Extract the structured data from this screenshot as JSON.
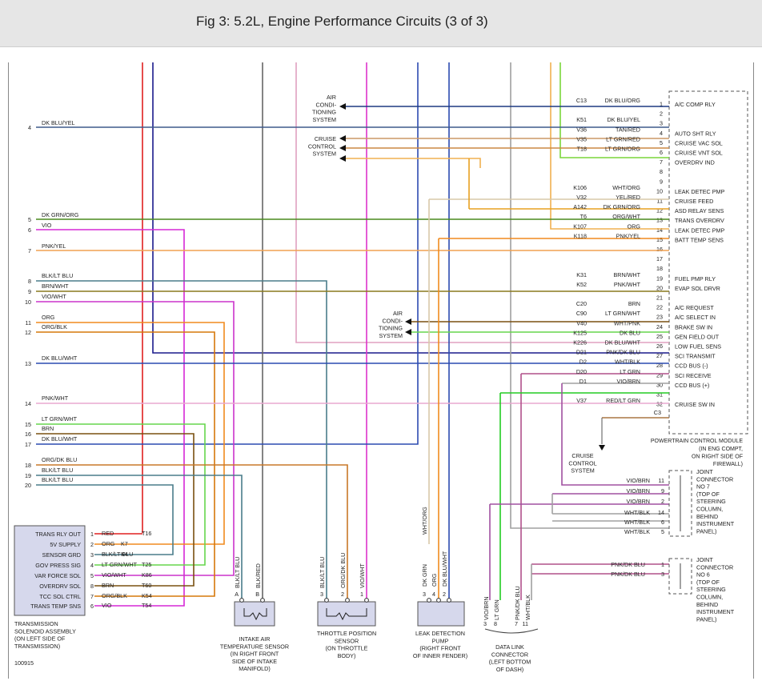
{
  "title": "Fig 3: 5.2L, Engine Performance Circuits (3 of 3)",
  "figure_id": "100915",
  "colors": {
    "DK BLU/YEL": "#3f5a8c",
    "DK GRN/ORG": "#4a8a1e",
    "VIO": "#d628d6",
    "PNK/YEL": "#f0a050",
    "BLK/LT BLU": "#4a7d8a",
    "BRN/WHT": "#8a7a1e",
    "VIO/WHT": "#cc33cc",
    "ORG": "#f08a1e",
    "ORG/BLK": "#d6780a",
    "DK BLU/WHT": "#2c4bb0",
    "PNK/WHT": "#e8a8d0",
    "LT GRN/WHT": "#66d64d",
    "BRN": "#7a5010",
    "ORG/DK BLU": "#c87828",
    "RED": "#e02020",
    "DK BLU": "#1a1a8c",
    "DK BLU/ORG": "#1e3a80",
    "TAN/RED": "#cc8844",
    "LT GRN/RED": "#cc9966",
    "LT GRN/ORG": "#7ad63a",
    "WHT/ORG": "#d8c8a8",
    "YEL/RED": "#e8a020",
    "ORG/WHT": "#f0b050",
    "WHT/PNK": "#e0a0c0",
    "PNK/DK BLU": "#b0508a",
    "WHT/BLK": "#a0a0a0",
    "LT GRN": "#22cc22",
    "VIO/BRN": "#a050a0",
    "RED/LT GRN": "#aa7744",
    "PINKLINE": "#f2b8c8",
    "MAGENTA": "#dd33cc"
  },
  "left_connector": {
    "pins": [
      {
        "num": "4",
        "wire": "DK BLU/YEL"
      },
      {
        "num": "5",
        "wire": "DK GRN/ORG"
      },
      {
        "num": "6",
        "wire": "VIO"
      },
      {
        "num": "7",
        "wire": "PNK/YEL"
      },
      {
        "num": "8",
        "wire": "BLK/LT BLU"
      },
      {
        "num": "9",
        "wire": "BRN/WHT"
      },
      {
        "num": "10",
        "wire": "VIO/WHT"
      },
      {
        "num": "11",
        "wire": "ORG"
      },
      {
        "num": "12",
        "wire": "ORG/BLK"
      },
      {
        "num": "13",
        "wire": "DK BLU/WHT"
      },
      {
        "num": "14",
        "wire": "PNK/WHT"
      },
      {
        "num": "15",
        "wire": "LT GRN/WHT"
      },
      {
        "num": "16",
        "wire": "BRN"
      },
      {
        "num": "17",
        "wire": "DK BLU/WHT"
      },
      {
        "num": "18",
        "wire": "ORG/DK BLU"
      },
      {
        "num": "19",
        "wire": "BLK/LT BLU"
      },
      {
        "num": "20",
        "wire": "BLK/LT BLU"
      }
    ]
  },
  "pcm": {
    "label": "POWERTRAIN CONTROL MODULE",
    "location": [
      "(IN ENG COMPT,",
      "ON RIGHT SIDE OF",
      "FIREWALL)"
    ],
    "pins": [
      {
        "num": "1",
        "circuit": "C13",
        "wire": "DK BLU/ORG",
        "func": "A/C COMP RLY"
      },
      {
        "num": "2",
        "circuit": "",
        "wire": "",
        "func": ""
      },
      {
        "num": "3",
        "circuit": "K51",
        "wire": "DK BLU/YEL",
        "func": ""
      },
      {
        "num": "4",
        "circuit": "V36",
        "wire": "TAN/RED",
        "func": "AUTO SHT RLY"
      },
      {
        "num": "5",
        "circuit": "V35",
        "wire": "LT GRN/RED",
        "func": "CRUISE VAC SOL"
      },
      {
        "num": "6",
        "circuit": "T18",
        "wire": "LT GRN/ORG",
        "func": "CRUISE VNT SOL"
      },
      {
        "num": "7",
        "circuit": "",
        "wire": "",
        "func": "OVERDRV IND"
      },
      {
        "num": "8",
        "circuit": "",
        "wire": "",
        "func": ""
      },
      {
        "num": "9",
        "circuit": "",
        "wire": "",
        "func": ""
      },
      {
        "num": "10",
        "circuit": "K106",
        "wire": "WHT/ORG",
        "func": "LEAK DETEC PMP"
      },
      {
        "num": "11",
        "circuit": "V32",
        "wire": "YEL/RED",
        "func": "CRUISE FEED"
      },
      {
        "num": "12",
        "circuit": "A142",
        "wire": "DK GRN/ORG",
        "func": "ASD RELAY SENS"
      },
      {
        "num": "13",
        "circuit": "T6",
        "wire": "ORG/WHT",
        "func": "TRANS OVERDRV"
      },
      {
        "num": "14",
        "circuit": "K107",
        "wire": "ORG",
        "func": "LEAK DETEC PMP"
      },
      {
        "num": "15",
        "circuit": "K118",
        "wire": "PNK/YEL",
        "func": "BATT TEMP SENS"
      },
      {
        "num": "16",
        "circuit": "",
        "wire": "",
        "func": ""
      },
      {
        "num": "17",
        "circuit": "",
        "wire": "",
        "func": ""
      },
      {
        "num": "18",
        "circuit": "",
        "wire": "",
        "func": ""
      },
      {
        "num": "19",
        "circuit": "K31",
        "wire": "BRN/WHT",
        "func": "FUEL PMP RLY"
      },
      {
        "num": "20",
        "circuit": "K52",
        "wire": "PNK/WHT",
        "func": "EVAP SOL DRVR"
      },
      {
        "num": "21",
        "circuit": "",
        "wire": "",
        "func": ""
      },
      {
        "num": "22",
        "circuit": "C20",
        "wire": "BRN",
        "func": "A/C REQUEST"
      },
      {
        "num": "23",
        "circuit": "C90",
        "wire": "LT GRN/WHT",
        "func": "A/C SELECT IN"
      },
      {
        "num": "24",
        "circuit": "V40",
        "wire": "WHT/PNK",
        "func": "BRAKE SW IN"
      },
      {
        "num": "25",
        "circuit": "K125",
        "wire": "DK BLU",
        "func": "GEN FIELD OUT"
      },
      {
        "num": "26",
        "circuit": "K226",
        "wire": "DK BLU/WHT",
        "func": "LOW FUEL SENS"
      },
      {
        "num": "27",
        "circuit": "D21",
        "wire": "PNK/DK BLU",
        "func": "SCI TRANSMIT"
      },
      {
        "num": "28",
        "circuit": "D2",
        "wire": "WHT/BLK",
        "func": "CCD BUS (-)"
      },
      {
        "num": "29",
        "circuit": "D20",
        "wire": "LT GRN",
        "func": "SCI RECEIVE"
      },
      {
        "num": "30",
        "circuit": "D1",
        "wire": "VIO/BRN",
        "func": "CCD BUS (+)"
      },
      {
        "num": "31",
        "circuit": "",
        "wire": "",
        "func": ""
      },
      {
        "num": "32",
        "circuit": "V37",
        "wire": "RED/LT GRN",
        "func": "CRUISE SW IN"
      }
    ],
    "c3": "C3"
  },
  "systems": {
    "ac_top": [
      "AIR",
      "CONDI-",
      "TIONING",
      "SYSTEM"
    ],
    "cruise_top": [
      "CRUISE",
      "CONTROL",
      "SYSTEM"
    ],
    "ac_mid": [
      "AIR",
      "CONDI-",
      "TIONING",
      "SYSTEM"
    ],
    "cruise_bottom": [
      "CRUISE",
      "CONTROL",
      "SYSTEM"
    ]
  },
  "jc7": {
    "label": [
      "JOINT",
      "CONNECTOR",
      "NO 7",
      "(TOP OF",
      "STEERING",
      "COLUMN,",
      "BEHIND",
      "INSTRUMENT",
      "PANEL)"
    ],
    "pins": [
      {
        "wire": "VIO/BRN",
        "num": "11"
      },
      {
        "wire": "VIO/BRN",
        "num": "9"
      },
      {
        "wire": "VIO/BRN",
        "num": "2"
      },
      {
        "wire": "WHT/BLK",
        "num": "14"
      },
      {
        "wire": "WHT/BLK",
        "num": "6"
      },
      {
        "wire": "WHT/BLK",
        "num": "5"
      }
    ]
  },
  "jc6": {
    "label": [
      "JOINT",
      "CONNECTOR",
      "NO 6",
      "(TOP OF",
      "STEERING",
      "COLUMN,",
      "BEHIND",
      "INSTRUMENT",
      "PANEL)"
    ],
    "pins": [
      {
        "wire": "PNK/DK BLU",
        "num": "1"
      },
      {
        "wire": "PNK/DK BLU",
        "num": "3"
      }
    ]
  },
  "transmission": {
    "functions": [
      "TRANS RLY OUT",
      "5V SUPPLY",
      "SENSOR GRD",
      "GOV PRESS SIG",
      "VAR FORCE SOL",
      "OVERDRV SOL",
      "TCC SOL CTRL",
      "TRANS TEMP SNS"
    ],
    "pins": [
      {
        "num": "1",
        "wire": "RED",
        "circuit": "T16"
      },
      {
        "num": "2",
        "wire": "ORG",
        "circuit": "K7"
      },
      {
        "num": "3",
        "wire": "BLK/LT BLU",
        "circuit": "K4"
      },
      {
        "num": "4",
        "wire": "LT GRN/WHT",
        "circuit": "T25"
      },
      {
        "num": "5",
        "wire": "VIO/WHT",
        "circuit": "K86"
      },
      {
        "num": "8",
        "wire": "BRN",
        "circuit": "T60"
      },
      {
        "num": "7",
        "wire": "ORG/BLK",
        "circuit": "K54"
      },
      {
        "num": "6",
        "wire": "VIO",
        "circuit": "T54"
      }
    ],
    "label": [
      "TRANSMISSION",
      "SOLENOID ASSEMBLY",
      "(ON LEFT SIDE OF",
      "TRANSMISSION)"
    ]
  },
  "iat": {
    "wires": [
      "BLK/LT BLU",
      "BLK/RED"
    ],
    "pins": [
      "A",
      "B"
    ],
    "label": [
      "INTAKE AIR",
      "TEMPERATURE SENSOR",
      "(IN RIGHT FRONT",
      "SIDE OF INTAKE",
      "MANIFOLD)"
    ]
  },
  "tps": {
    "wires": [
      "BLK/LT BLU",
      "ORG/DK BLU",
      "VIO/WHT"
    ],
    "pins": [
      "3",
      "2",
      "1"
    ],
    "label": [
      "THROTTLE POSITION",
      "SENSOR",
      "(ON THROTTLE",
      "BODY)"
    ]
  },
  "ldp": {
    "wires": [
      "DK GRN",
      "ORG",
      "DK BLU/WHT"
    ],
    "pins": [
      "3",
      "4",
      "2"
    ],
    "top_wire": "WHT/ORG",
    "label": [
      "LEAK DETECTION",
      "PUMP",
      "(RIGHT FRONT",
      "OF INNER FENDER)"
    ]
  },
  "dlc": {
    "wires": [
      "VIO/BRN",
      "LT GRN",
      "PNK/DK BLU",
      "WHT/BLK"
    ],
    "pins": [
      "3",
      "8",
      "7",
      "11"
    ],
    "label": [
      "DATA LINK",
      "CONNECTOR",
      "(LEFT BOTTOM",
      "OF DASH)"
    ]
  }
}
